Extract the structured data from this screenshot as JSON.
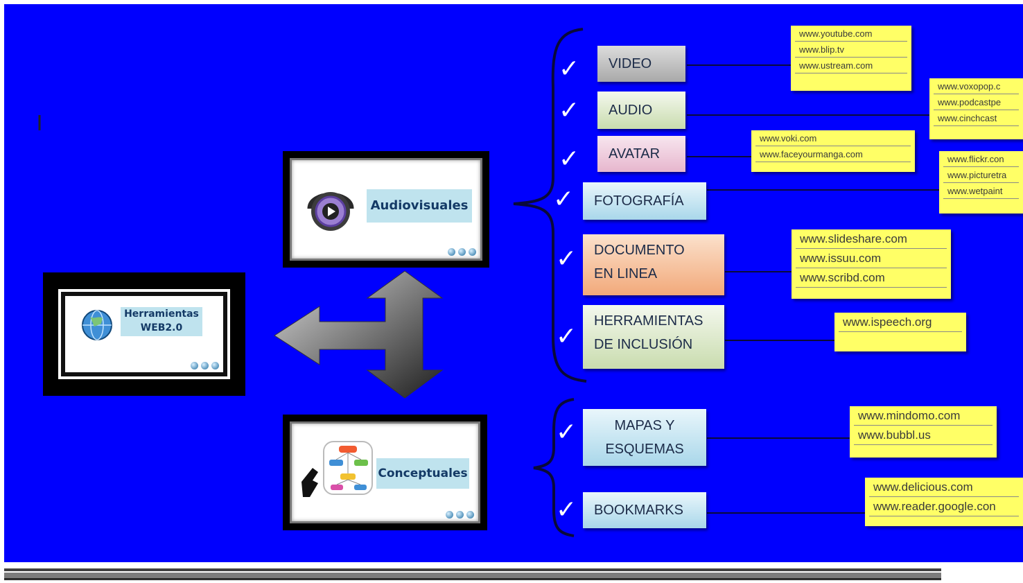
{
  "main": {
    "label": "Herramientas WEB2.0",
    "label_line1": "Herramientas",
    "label_line2": "WEB2.0"
  },
  "groups": {
    "audiovisual": "Audiovisuales",
    "conceptual": "Conceptuales"
  },
  "categories": [
    {
      "label": "VIDEO",
      "links": [
        "www.youtube.com",
        "www.blip.tv",
        "www.ustream.com"
      ]
    },
    {
      "label": "AUDIO",
      "links": [
        "www.voxopop.c",
        "www.podcastpe",
        "www.cinchcast"
      ]
    },
    {
      "label": "AVATAR",
      "links": [
        "www.voki.com",
        "www.faceyourmanga.com"
      ]
    },
    {
      "label": "FOTOGRAFÍA",
      "links": [
        "www.flickr.con",
        "www.picturetra",
        "www.wetpaint"
      ]
    },
    {
      "label": "DOCUMENTO\nEN LINEA",
      "links": [
        "www.slideshare.com",
        "www.issuu.com",
        "www.scribd.com"
      ]
    },
    {
      "label": "HERRAMIENTAS\nDE INCLUSIÓN",
      "links": [
        "www.ispeech.org"
      ]
    },
    {
      "label": "MAPAS Y\nESQUEMAS",
      "links": [
        "www.mindomo.com",
        "www.bubbl.us"
      ]
    },
    {
      "label": "BOOKMARKS",
      "links": [
        "www.delicious.com",
        "www.reader.google.con"
      ]
    }
  ],
  "check_glyph": "✓",
  "icons": {
    "globe": "globe-icon",
    "headphones": "headphones-play-icon",
    "mindmap": "mind-map-icon"
  },
  "colors": {
    "background": "#0000fe",
    "note": "#ffff66",
    "tag": "#bfe3ee"
  }
}
